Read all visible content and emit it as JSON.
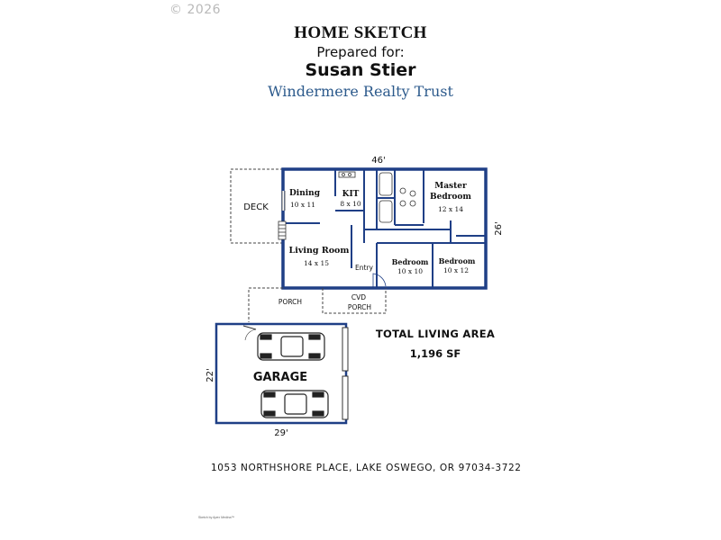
{
  "copyright": "© 2026",
  "header": {
    "title": "HOME SKETCH",
    "prepared_for": "Prepared for:",
    "client": "Susan Stier",
    "company": "Windermere Realty Trust"
  },
  "plan": {
    "dim_top": "46'",
    "dim_right": "26'",
    "deck": "DECK",
    "rooms": {
      "dining": {
        "name": "Dining",
        "size": "10 x 11"
      },
      "kit": {
        "name": "KIT",
        "size": "8 x 10"
      },
      "master": {
        "name1": "Master",
        "name2": "Bedroom",
        "size": "12 x 14"
      },
      "living": {
        "name": "Living Room",
        "size": "14 x 15"
      },
      "entry": "Entry",
      "bed1": {
        "name": "Bedroom",
        "size": "10 x 10"
      },
      "bed2": {
        "name": "Bedroom",
        "size": "10 x 12"
      }
    },
    "porch": "PORCH",
    "cvd_porch_1": "CVD",
    "cvd_porch_2": "PORCH",
    "garage": "GARAGE",
    "garage_dim_left": "22'",
    "garage_dim_bottom": "29'",
    "total_label": "TOTAL LIVING AREA",
    "total_value": "1,196 SF"
  },
  "colors": {
    "wall": "#1f3f86",
    "accent_text": "#2c5a8c"
  },
  "footer": {
    "address": "1053 NORTHSHORE PLACE, LAKE OSWEGO, OR   97034-3722",
    "credit": "Sketch by Apex Medina™"
  }
}
